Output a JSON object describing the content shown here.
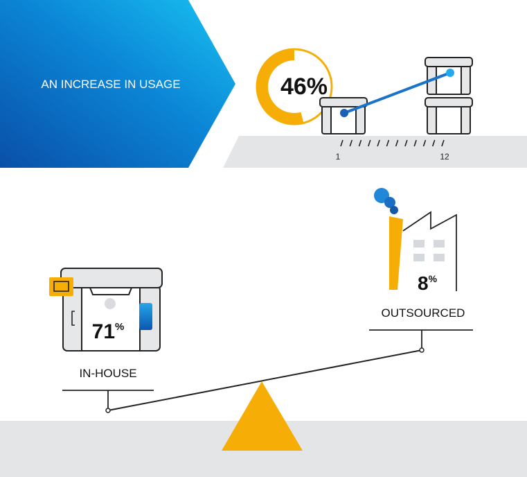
{
  "banner": {
    "text": "AN INCREASE IN USAGE"
  },
  "usage": {
    "percent_label": "46%",
    "percent_value": 46,
    "axis_start": "1",
    "axis_end": "12"
  },
  "balance": {
    "in_house": {
      "value": "71",
      "unit": "%",
      "label": "IN-HOUSE"
    },
    "outsourced": {
      "value": "8",
      "unit": "%",
      "label": "OUTSOURCED"
    }
  },
  "colors": {
    "banner_dark": "#0a4fa8",
    "banner_light": "#11b2ec",
    "accent_yellow": "#f6ae06",
    "ground_gray": "#e3e5e7",
    "line_blue": "#1a73c8",
    "outline": "#222222"
  }
}
